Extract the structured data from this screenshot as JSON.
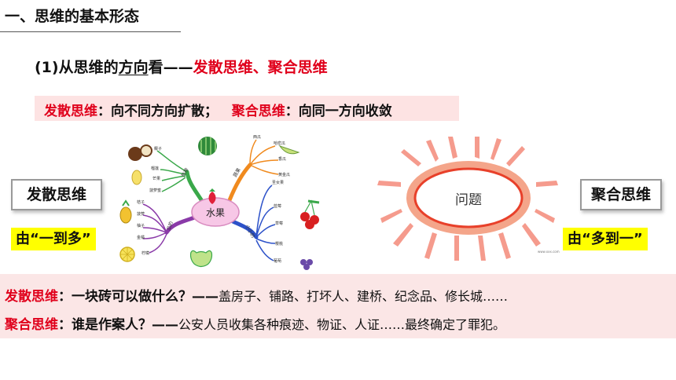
{
  "heading": "一、思维的基本形态",
  "subheading": {
    "prefix": "(1)从思维的",
    "underlined": "方向",
    "middle": "看——",
    "highlight": "发散思维、聚合思维"
  },
  "definitions": {
    "divergent_term": "发散思维",
    "divergent_def": "：向不同方向扩散；",
    "convergent_term": "聚合思维",
    "convergent_def": "：向同一方向收敛"
  },
  "left_label": "发散思维",
  "left_tag": "由“一到多”",
  "right_label": "聚合思维",
  "right_tag": "由“多到一”",
  "mindmap": {
    "center": "水果",
    "branch_labels": [
      "热带",
      "蔬果",
      "瓜的",
      "小小的"
    ],
    "leaves_top_left": [
      "椰子",
      "榴莲",
      "芒果",
      "菠萝蜜"
    ],
    "leaves_top_right": [
      "西瓜",
      "哈密瓜",
      "香瓜",
      "黄金瓜"
    ],
    "leaves_bottom_left": [
      "桔子",
      "菠萝",
      "柚子",
      "金橘",
      "柠檬"
    ],
    "leaves_bottom_right": [
      "圣女果",
      "蓝莓",
      "草莓",
      "樱桃",
      "葡萄"
    ]
  },
  "sunburst": {
    "center": "问题"
  },
  "credit": "www.xxx.com",
  "examples": {
    "q1_term": "发散思维",
    "q1_question": "：一块砖可以做什么？——",
    "q1_answer": "盖房子、铺路、打坏人、建桥、纪念品、修长城……",
    "q2_term": "聚合思维",
    "q2_question": "：谁是作案人？——",
    "q2_answer": "公安人员收集各种痕迹、物证、人证……最终确定了罪犯。"
  },
  "colors": {
    "accent_red": "#e0001b",
    "band_pink": "#fde3e3",
    "tag_yellow": "#ffff00",
    "ring_orange": "#f08a3a"
  }
}
